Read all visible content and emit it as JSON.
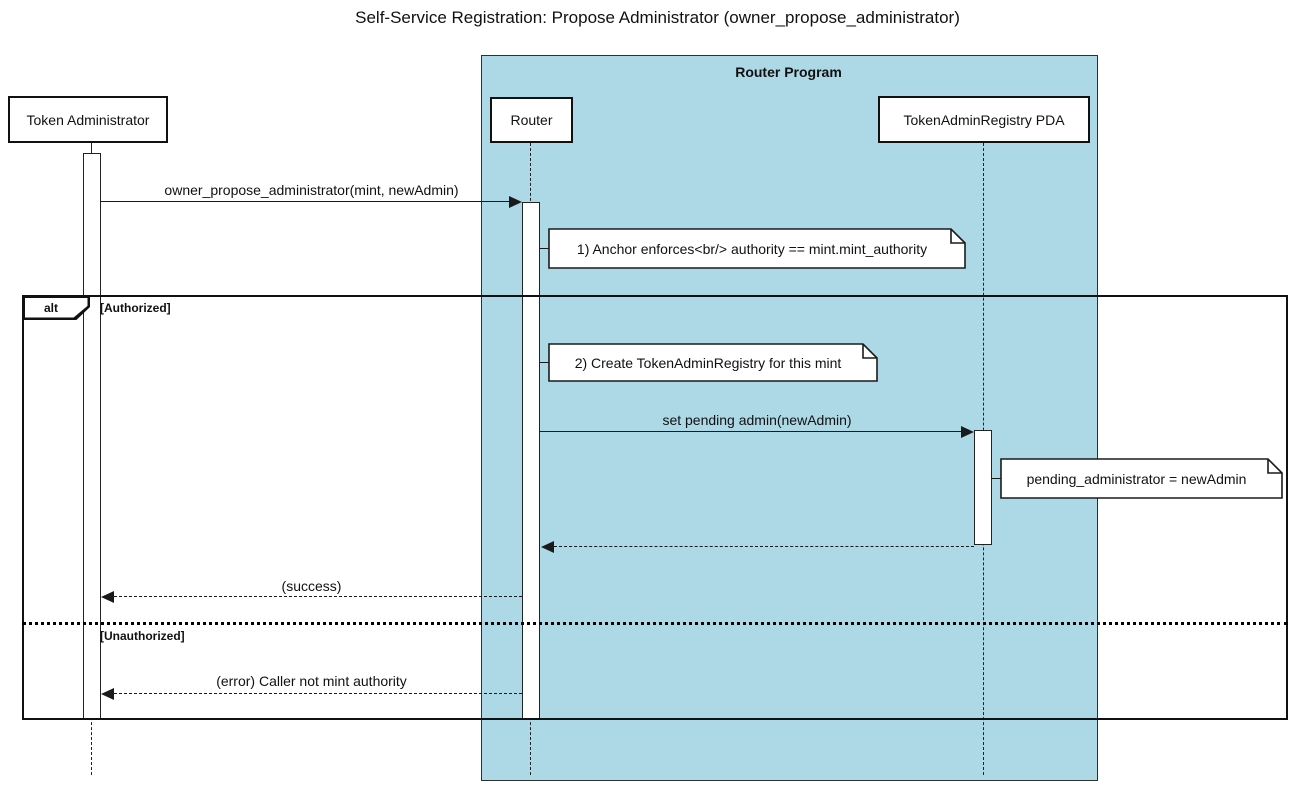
{
  "diagram": {
    "title": "Self-Service Registration: Propose Administrator (owner_propose_administrator)",
    "group": {
      "label": "Router Program"
    },
    "actors": {
      "token_admin": "Token Administrator",
      "router": "Router",
      "registry_pda": "TokenAdminRegistry PDA"
    },
    "messages": {
      "propose": "owner_propose_administrator(mint, newAdmin)",
      "set_pending": "set pending admin(newAdmin)",
      "success": "(success)",
      "error": "(error) Caller not mint authority"
    },
    "notes": {
      "anchor_enforces": "1) Anchor enforces<br/> authority == mint.mint_authority",
      "create_registry": "2) Create TokenAdminRegistry for this mint",
      "pending_admin": "pending_administrator = newAdmin"
    },
    "alt": {
      "operator": "alt",
      "authorized": "[Authorized]",
      "unauthorized": "[Unauthorized]"
    },
    "colors": {
      "group_fill": "#ADD8E6",
      "line": "#1a1a1a",
      "background": "#ffffff"
    }
  }
}
